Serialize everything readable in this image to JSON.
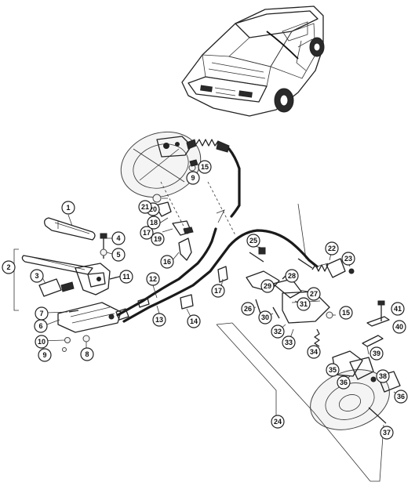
{
  "callouts": [
    {
      "id": "c1",
      "label": "1"
    },
    {
      "id": "c2",
      "label": "2"
    },
    {
      "id": "c3",
      "label": "3"
    },
    {
      "id": "c4",
      "label": "4"
    },
    {
      "id": "c5",
      "label": "5"
    },
    {
      "id": "c6",
      "label": "6"
    },
    {
      "id": "c7",
      "label": "7"
    },
    {
      "id": "c8",
      "label": "8"
    },
    {
      "id": "c9a",
      "label": "9"
    },
    {
      "id": "c9b",
      "label": "9"
    },
    {
      "id": "c10",
      "label": "10"
    },
    {
      "id": "c11",
      "label": "11"
    },
    {
      "id": "c12",
      "label": "12"
    },
    {
      "id": "c13",
      "label": "13"
    },
    {
      "id": "c14",
      "label": "14"
    },
    {
      "id": "c15a",
      "label": "15"
    },
    {
      "id": "c15b",
      "label": "15"
    },
    {
      "id": "c16",
      "label": "16"
    },
    {
      "id": "c17a",
      "label": "17"
    },
    {
      "id": "c17b",
      "label": "17"
    },
    {
      "id": "c18",
      "label": "18"
    },
    {
      "id": "c19",
      "label": "19"
    },
    {
      "id": "c20",
      "label": "20"
    },
    {
      "id": "c21",
      "label": "21"
    },
    {
      "id": "c22",
      "label": "22"
    },
    {
      "id": "c23",
      "label": "23"
    },
    {
      "id": "c24",
      "label": "24"
    },
    {
      "id": "c25",
      "label": "25"
    },
    {
      "id": "c26",
      "label": "26"
    },
    {
      "id": "c27",
      "label": "27"
    },
    {
      "id": "c28",
      "label": "28"
    },
    {
      "id": "c29",
      "label": "29"
    },
    {
      "id": "c30",
      "label": "30"
    },
    {
      "id": "c31",
      "label": "31"
    },
    {
      "id": "c32",
      "label": "32"
    },
    {
      "id": "c33",
      "label": "33"
    },
    {
      "id": "c34",
      "label": "34"
    },
    {
      "id": "c35",
      "label": "35"
    },
    {
      "id": "c36a",
      "label": "36"
    },
    {
      "id": "c36b",
      "label": "36"
    },
    {
      "id": "c37",
      "label": "37"
    },
    {
      "id": "c38",
      "label": "38"
    },
    {
      "id": "c39",
      "label": "39"
    },
    {
      "id": "c40",
      "label": "40"
    },
    {
      "id": "c41",
      "label": "41"
    }
  ]
}
